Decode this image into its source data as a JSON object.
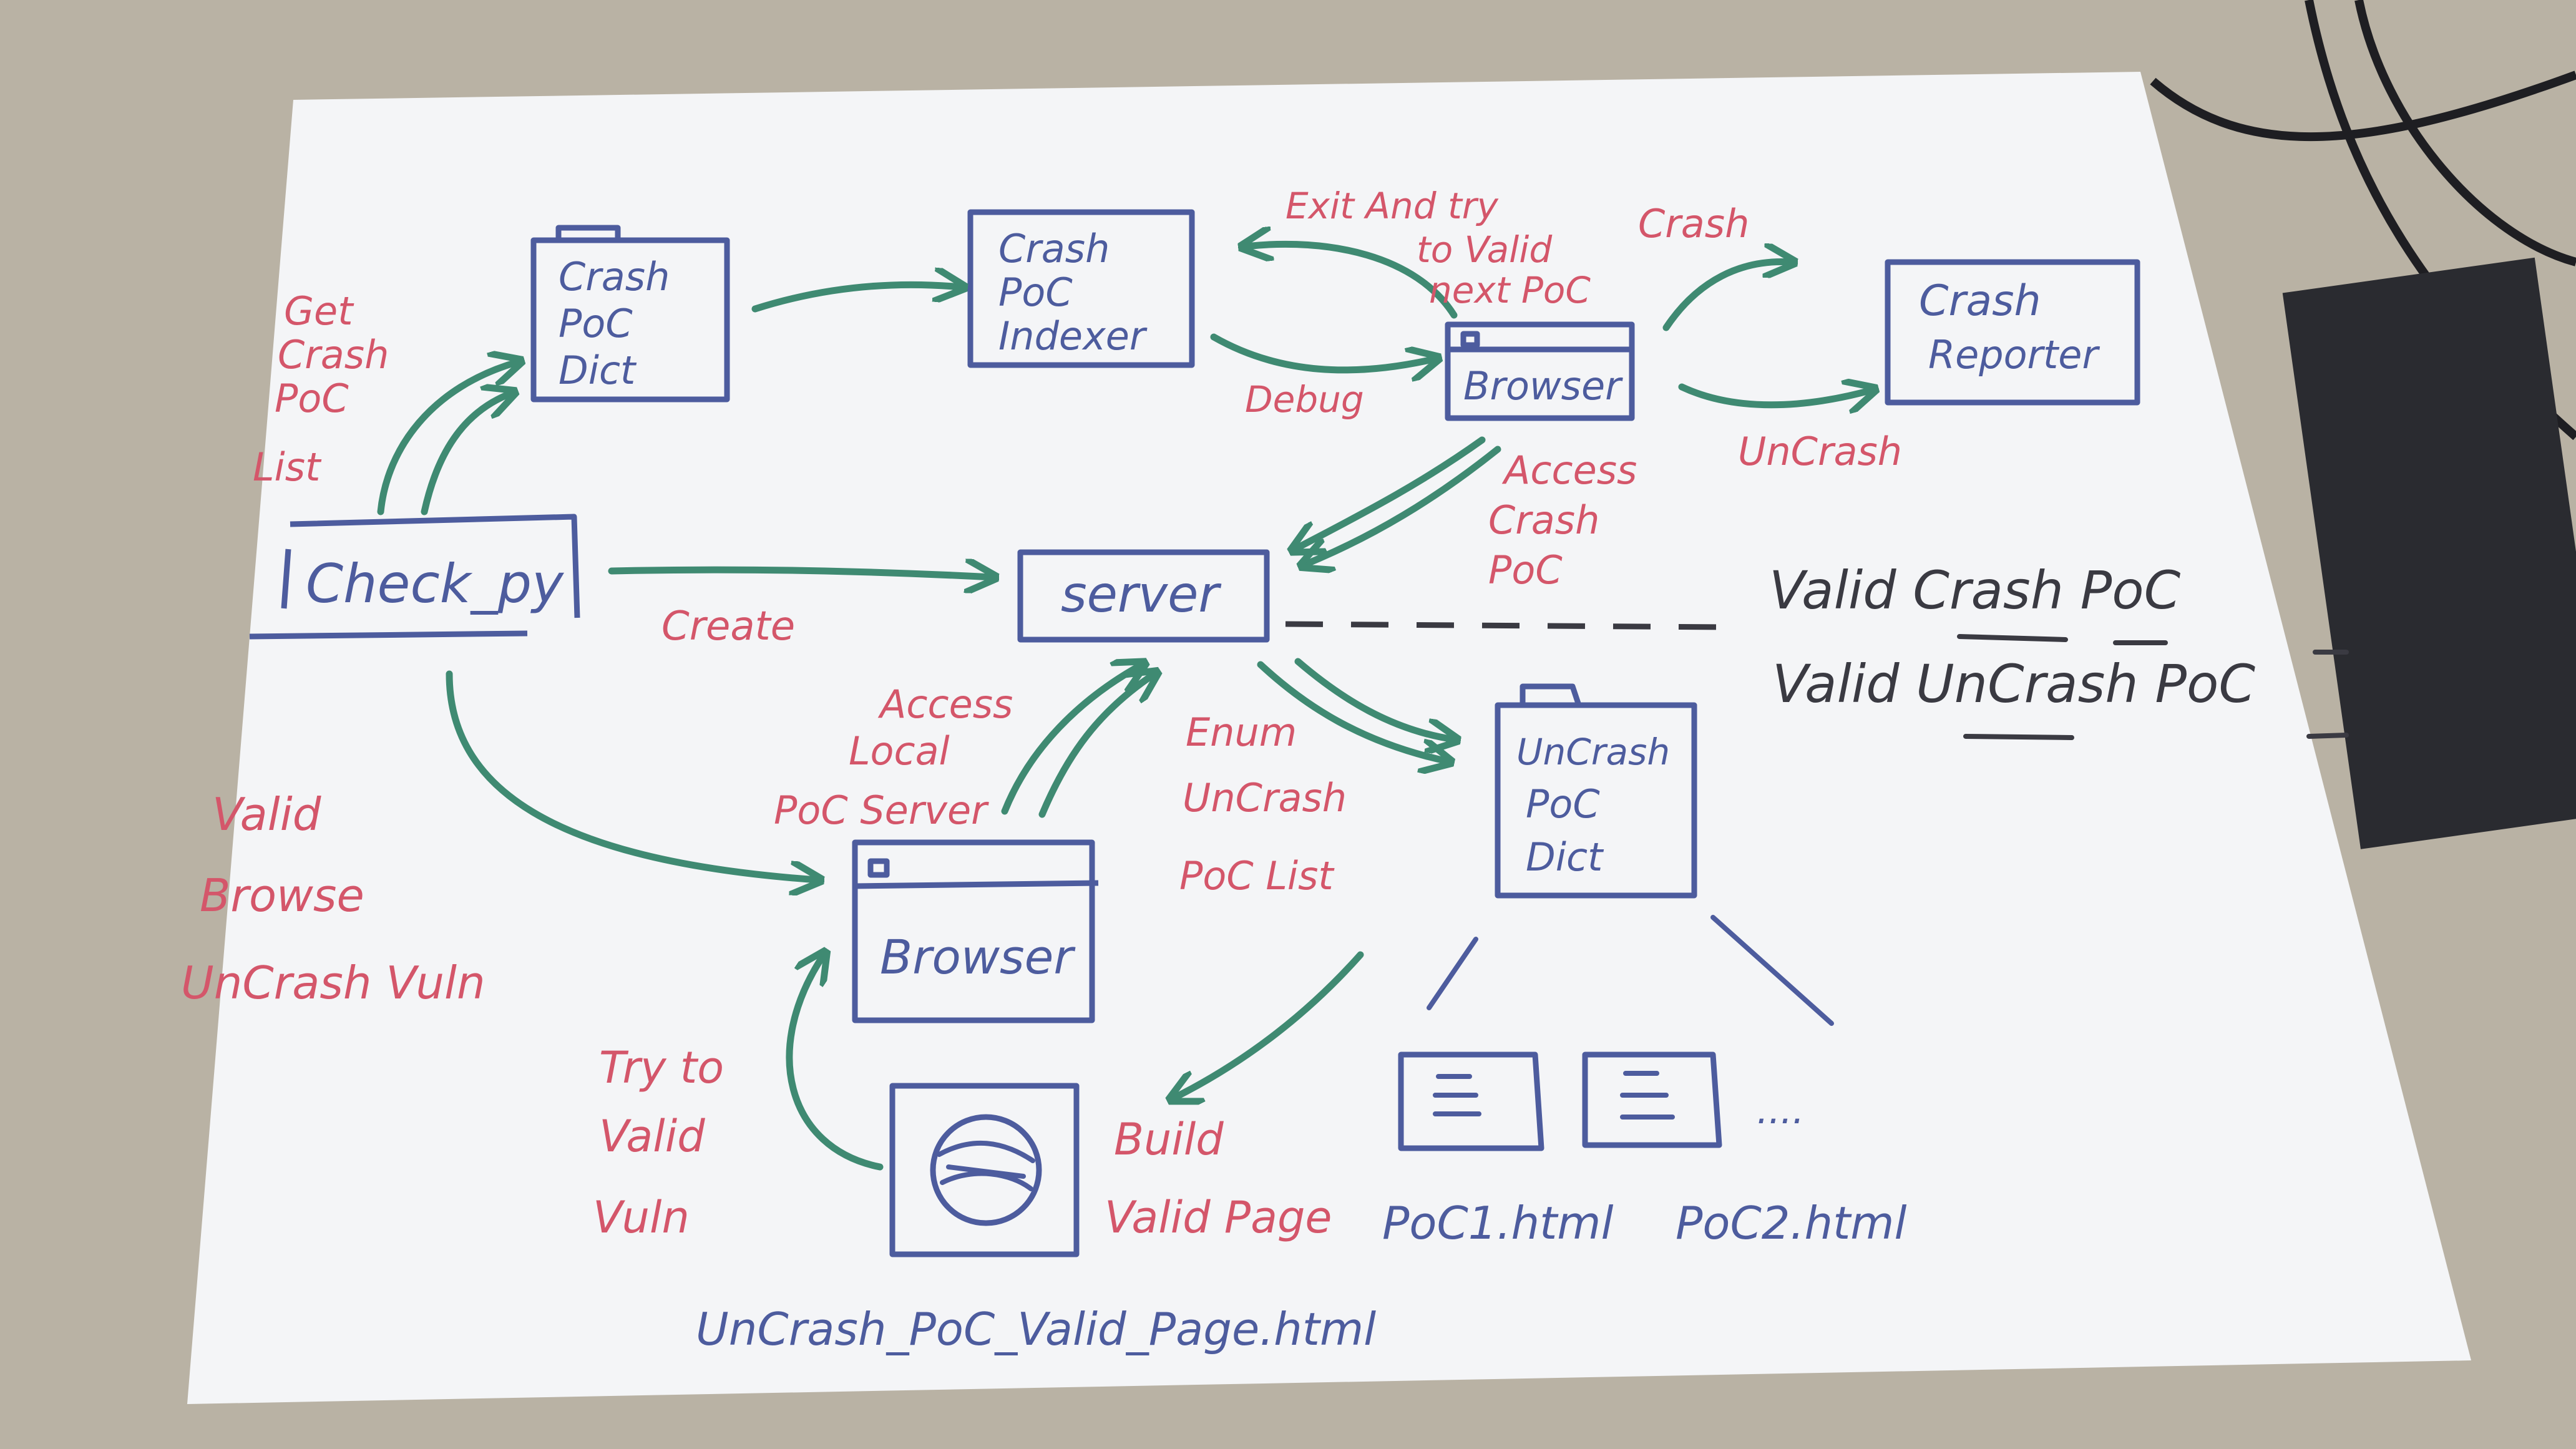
{
  "nodes": {
    "crash_poc_dict": [
      "Crash",
      "PoC",
      "Dict"
    ],
    "crash_poc_indexer": [
      "Crash",
      "PoC",
      "Indexer"
    ],
    "browser_top": "Browser",
    "crash_reporter": [
      "Crash",
      "Reporter"
    ],
    "check_py": "Check_py",
    "server": "server",
    "uncrash_poc_dict": [
      "UnCrash",
      "PoC",
      "Dict"
    ],
    "browser_bottom": "Browser",
    "valid_page": "UnCrash_PoC_Valid_Page.html",
    "poc1": "PoC1.html",
    "poc2": "PoC2.html",
    "ellipsis": "...."
  },
  "labels": {
    "get_crash_poc_list": [
      "Get",
      "Crash",
      "PoC",
      "List"
    ],
    "exit_and_try": [
      "Exit And try",
      "to Valid",
      "next PoC"
    ],
    "debug": "Debug",
    "crash": "Crash",
    "uncrash": "UnCrash",
    "access_crash_poc": [
      "Access",
      "Crash",
      "PoC"
    ],
    "create": "Create",
    "access_local_poc_server": [
      "Access",
      "Local",
      "PoC Server"
    ],
    "enum_uncrash_poc_list": [
      "Enum",
      "UnCrash",
      "PoC List"
    ],
    "valid_browse_uncrash_vuln": [
      "Valid",
      "Browse",
      "UnCrash Vuln"
    ],
    "try_to_valid_vuln": [
      "Try to",
      "Valid",
      "Vuln"
    ],
    "build_valid_page": [
      "Build",
      "Valid Page"
    ]
  },
  "legend": {
    "valid_crash_poc": "Valid Crash PoC",
    "valid_uncrash_poc": "Valid UnCrash PoC"
  },
  "colors": {
    "ink_blue": "#4d5c9e",
    "ink_red": "#d4566a",
    "ink_green": "#3f8a72",
    "ink_dark": "#3a3a42",
    "paper": "#f4f5f7",
    "desk": "#b9b2a4"
  }
}
